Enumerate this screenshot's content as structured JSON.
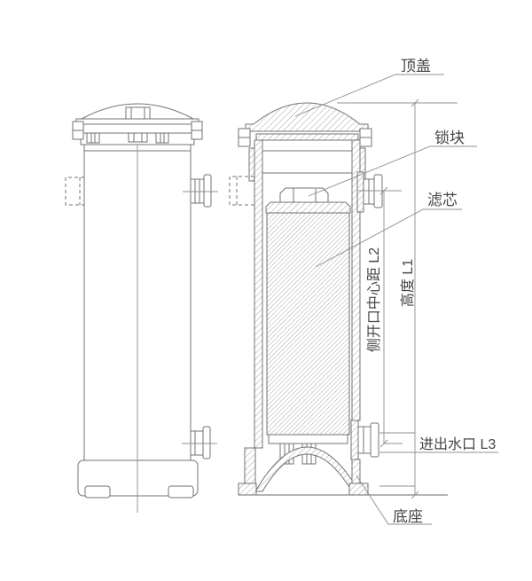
{
  "diagram": {
    "labels": {
      "top_cover": "顶盖",
      "lock_block": "锁块",
      "filter_element": "滤芯",
      "side_port_center_distance": "侧开口中心距 L2",
      "height": "高度 L1",
      "inlet_outlet_port": "进出水口 L3",
      "base": "底座"
    },
    "colors": {
      "background": "#ffffff",
      "line": "#737373",
      "dimension_line": "#8f8f8f",
      "text": "#45454a",
      "hatch": "#a3a3a3"
    }
  }
}
